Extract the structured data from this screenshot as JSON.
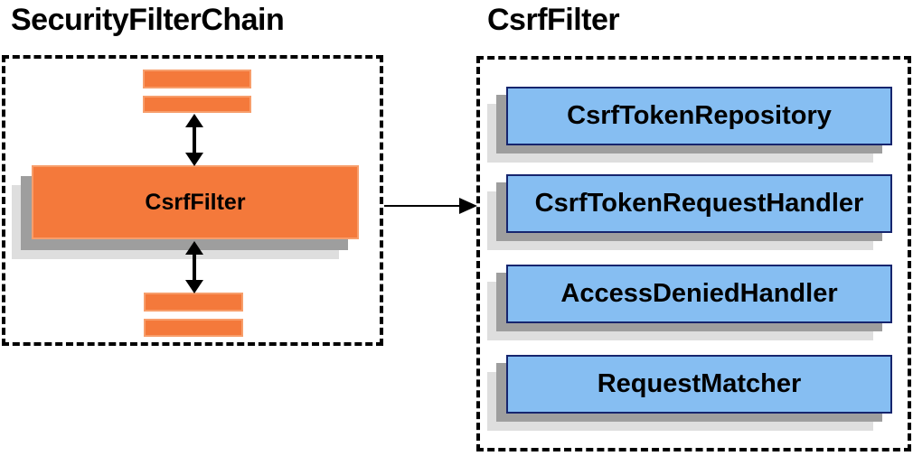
{
  "diagram": {
    "left_panel": {
      "title": "SecurityFilterChain",
      "csrf_filter_label": "CsrfFilter"
    },
    "right_panel": {
      "title": "CsrfFilter",
      "components": [
        "CsrfTokenRepository",
        "CsrfTokenRequestHandler",
        "AccessDeniedHandler",
        "RequestMatcher"
      ]
    },
    "colors": {
      "filter_orange": "#F4793B",
      "filter_orange_border": "#F79E6B",
      "component_blue": "#86BEF2",
      "component_blue_border": "#16256E",
      "shadow_dark": "#9E9E9E",
      "shadow_light": "#DEDEDE",
      "line_black": "#000000",
      "background": "#FFFFFF"
    }
  }
}
